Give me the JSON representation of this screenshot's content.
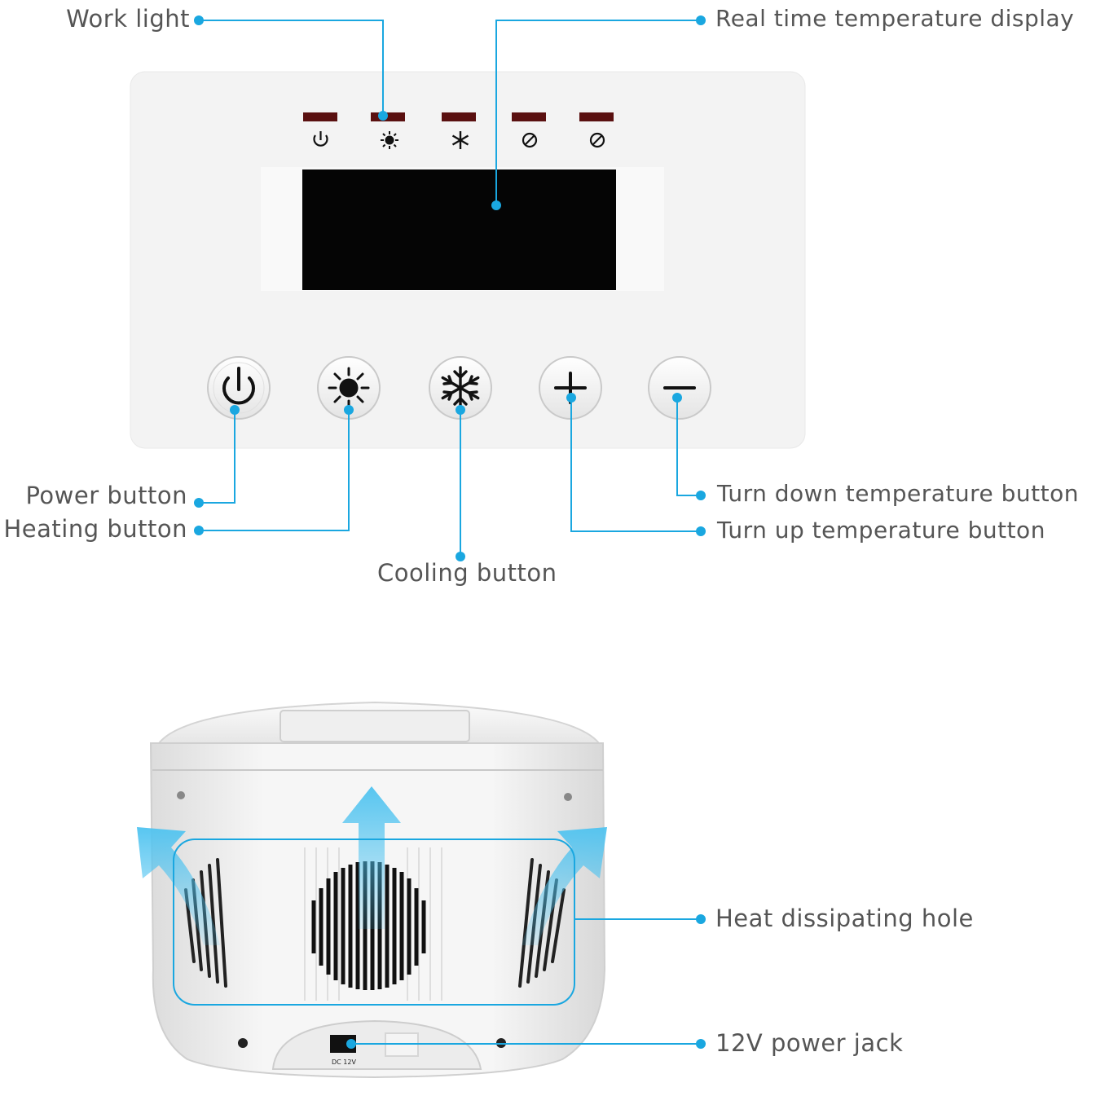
{
  "labels": {
    "work_light": "Work light",
    "display": "Real time temperature display",
    "power": "Power button",
    "heating": "Heating button",
    "cooling": "Cooling button",
    "turn_down": "Turn down temperature button",
    "turn_up": "Turn up temperature button",
    "heat_hole": "Heat dissipating hole",
    "power_jack": "12V power jack"
  },
  "device": {
    "jack_text": "DC 12V"
  },
  "colors": {
    "accent": "#1aa7e0",
    "label_text": "#555555",
    "panel": "#f3f3f3",
    "display": "#050505",
    "indicator_led": "#7a1a1a"
  },
  "icons": {
    "indicators": [
      "power-icon",
      "sun-icon",
      "snowflake-icon",
      "disabled-icon",
      "disabled-icon"
    ],
    "buttons": [
      "power-icon",
      "sun-icon",
      "snowflake-icon",
      "plus-icon",
      "minus-icon"
    ]
  }
}
